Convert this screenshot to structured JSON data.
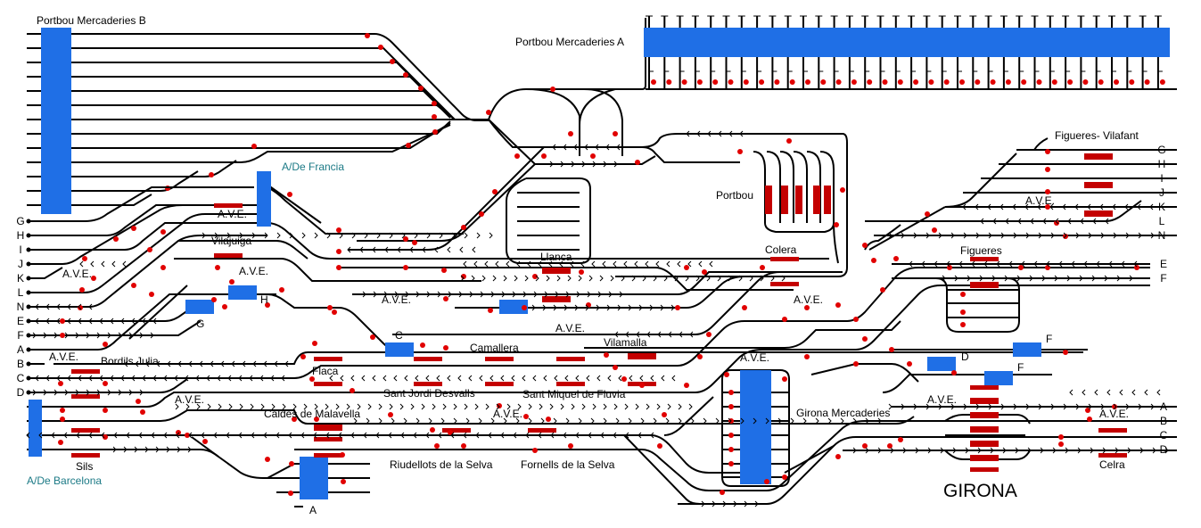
{
  "title": "GIRONA",
  "colors": {
    "track": "#000000",
    "signal_light": "#e10000",
    "platform": "#c40000",
    "yard_block": "#1f6fe6",
    "external_link": "#1c7a86"
  },
  "yards": {
    "portbou_b": "Portbou Mercaderies B",
    "portbou_a": "Portbou Mercaderies A",
    "girona_merc": "Girona Mercaderies"
  },
  "stations": {
    "figueres_vilafant": "Figueres- Vilafant",
    "portbou": "Portbou",
    "colera": "Colera",
    "llanca": "Llanca",
    "vilajuiga": "Vilajuiga",
    "figueres": "Figueres",
    "camallera": "Camallera",
    "vilamalla": "Vilamalla",
    "bordils": "Bordils Julia",
    "flaca": "Flaca",
    "sant_jordi": "Sant Jordi Desvalls",
    "sant_miquel": "Sant Miquel de Fluvia",
    "caldes": "Caldes de Malavella",
    "sils": "Sils",
    "riudellots": "Riudellots de la Selva",
    "fornells": "Fornells de la Selva",
    "celra": "Celra"
  },
  "links": {
    "francia": "A/De Francia",
    "barcelona": "A/De Barcelona"
  },
  "ave_labels": [
    "A.V.E.",
    "A.V.E.",
    "A.V.E.",
    "A.V.E.",
    "A.V.E.",
    "A.V.E.",
    "A.V.E.",
    "A.V.E.",
    "A.V.E.",
    "A.V.E.",
    "A.V.E.",
    "A.V.E."
  ],
  "left_track_labels": [
    "G",
    "H",
    "I",
    "J",
    "K",
    "L",
    "N",
    "E",
    "F",
    "A",
    "B",
    "C",
    "D"
  ],
  "right_top_track_labels": [
    "G",
    "H",
    "I",
    "J",
    "K",
    "L",
    "N"
  ],
  "right_mid_track_labels": [
    "E",
    "F"
  ],
  "right_bottom_track_labels": [
    "A",
    "B",
    "C",
    "D"
  ],
  "siding_labels": {
    "a": "A",
    "c": "C",
    "d": "D",
    "f1": "F",
    "f2": "F",
    "g": "G",
    "h": "H"
  }
}
